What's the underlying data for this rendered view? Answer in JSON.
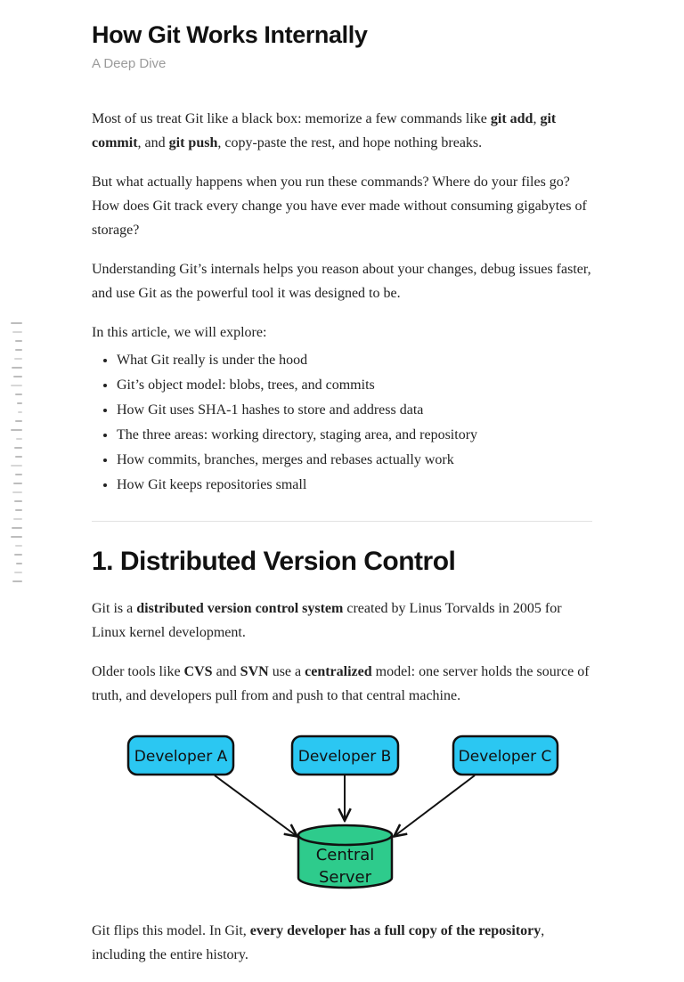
{
  "page": {
    "title": "How Git Works Internally",
    "subtitle": "A Deep Dive"
  },
  "intro": {
    "paragraphs": [
      {
        "segments": [
          {
            "t": "Most of us treat Git like a black box: memorize a few commands like "
          },
          {
            "t": "git add",
            "b": true
          },
          {
            "t": ", "
          },
          {
            "t": "git commit",
            "b": true
          },
          {
            "t": ", and "
          },
          {
            "t": "git push",
            "b": true
          },
          {
            "t": ", copy-paste the rest, and hope nothing breaks."
          }
        ]
      },
      {
        "segments": [
          {
            "t": "But what actually happens when you run these commands? Where do your files go? How does Git track every change you have ever made without consuming gigabytes of storage?"
          }
        ]
      },
      {
        "segments": [
          {
            "t": "Understanding Git’s internals helps you reason about your changes, debug issues faster, and use Git as the powerful tool it was designed to be."
          }
        ]
      },
      {
        "segments": [
          {
            "t": "In this article, we will explore:"
          }
        ]
      }
    ],
    "bullets": [
      "What Git really is under the hood",
      "Git’s object model: blobs, trees, and commits",
      "How Git uses SHA-1 hashes to store and address data",
      "The three areas: working directory, staging area, and repository",
      "How commits, branches, merges and rebases actually work",
      "How Git keeps repositories small"
    ]
  },
  "section1": {
    "heading": "1. Distributed Version Control",
    "paragraphs": [
      {
        "segments": [
          {
            "t": "Git is a "
          },
          {
            "t": "distributed version control system",
            "b": true
          },
          {
            "t": " created by Linus Torvalds in 2005 for Linux kernel development."
          }
        ]
      },
      {
        "segments": [
          {
            "t": "Older tools like "
          },
          {
            "t": "CVS",
            "b": true
          },
          {
            "t": " and "
          },
          {
            "t": "SVN",
            "b": true
          },
          {
            "t": " use a "
          },
          {
            "t": "centralized",
            "b": true
          },
          {
            "t": " model: one server holds the source of truth, and developers pull from and push to that central machine."
          }
        ]
      },
      {
        "segments": [
          {
            "t": "Git flips this model. In Git, "
          },
          {
            "t": "every developer has a full copy of the repository",
            "b": true
          },
          {
            "t": ", including the entire history."
          }
        ]
      }
    ]
  },
  "diagram": {
    "nodes": [
      {
        "label": "Developer A"
      },
      {
        "label": "Developer B"
      },
      {
        "label": "Developer C"
      }
    ],
    "server": {
      "line1": "Central",
      "line2": "Server"
    },
    "node_color": "#2bc7f2",
    "server_color": "#2ecb8c",
    "stroke_color": "#111111"
  },
  "left_margin_marks": {
    "count": 30
  }
}
